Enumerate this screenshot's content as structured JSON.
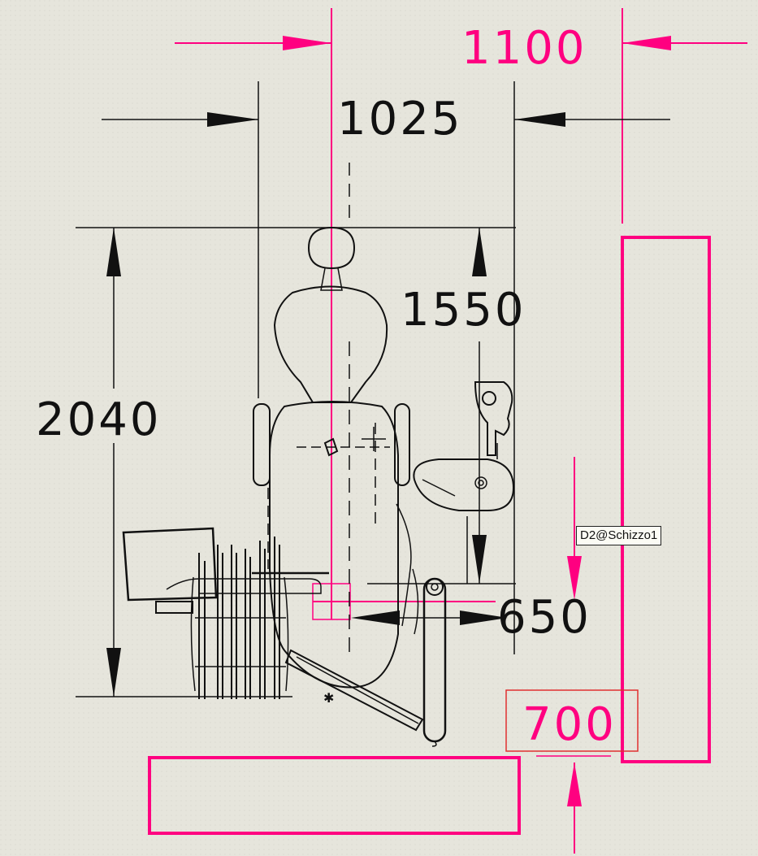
{
  "drawing": {
    "colors": {
      "background": "#e6e5dc",
      "line": "#111111",
      "accent": "#ff0080",
      "selection": "#e03030"
    },
    "dimensions": {
      "overall_width": "1100",
      "chair_width": "1025",
      "chair_length": "2040",
      "upper_length": "1550",
      "lower_offset": "650",
      "selected_dim": "700"
    },
    "sketch_tag": "D2@Schizzo1"
  }
}
